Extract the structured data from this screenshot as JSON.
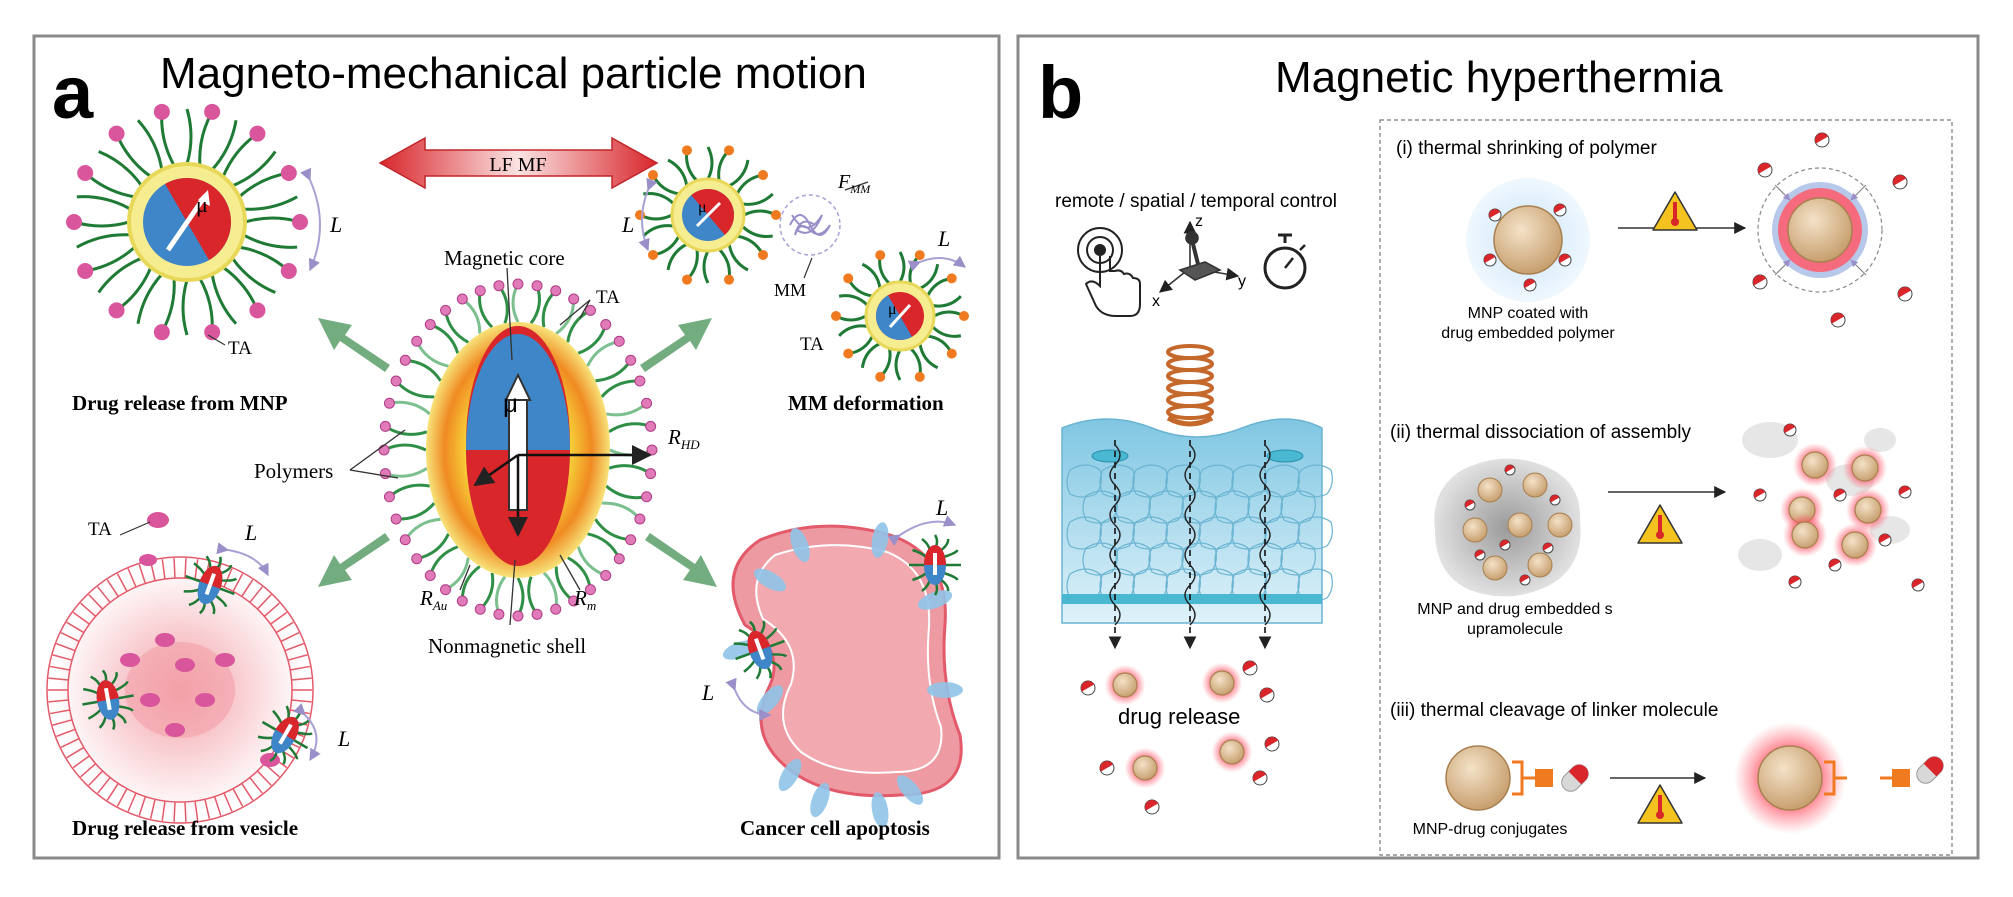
{
  "panel_a": {
    "letter": "a",
    "title": "Magneto-mechanical particle motion",
    "field_label": "LF MF",
    "core_labels": {
      "magnetic_core": "Magnetic core",
      "ta": "TA",
      "polymers": "Polymers",
      "rhd": "R",
      "rhd_sub": "HD",
      "rau": "R",
      "rau_sub": "Au",
      "rm": "R",
      "rm_sub": "m",
      "mu": "μ",
      "shell": "Nonmagnetic  shell"
    },
    "top_left": {
      "caption": "Drug release from MNP",
      "ta": "TA",
      "L": "L",
      "mu": "μ"
    },
    "top_right": {
      "caption": "MM deformation",
      "fmm": "F",
      "fmm_sub": "MM",
      "mm": "MM",
      "ta": "TA",
      "L1": "L",
      "L2": "L",
      "mu": "μ"
    },
    "bottom_left": {
      "caption": "Drug release from vesicle",
      "ta": "TA",
      "L1": "L",
      "L2": "L"
    },
    "bottom_right": {
      "caption": "Cancer cell apoptosis",
      "L1": "L",
      "L2": "L"
    }
  },
  "panel_b": {
    "letter": "b",
    "title": "Magnetic hyperthermia",
    "control_label": "remote / spatial / temporal control",
    "axes": {
      "x": "x",
      "y": "y",
      "z": "z"
    },
    "drug_release": "drug release",
    "sections": [
      {
        "title": "(i) thermal shrinking of polymer",
        "caption_line1": "MNP coated with",
        "caption_line2": "drug embedded polymer"
      },
      {
        "title": "(ii) thermal dissociation of assembly",
        "caption_line1": "MNP and drug embedded s",
        "caption_line2": "upramolecule"
      },
      {
        "title": "(iii) thermal cleavage of linker molecule",
        "caption_line1": "MNP-drug  conjugates"
      }
    ]
  },
  "colors": {
    "frame": "#8a8a8a",
    "magnet_red": "#d8262b",
    "magnet_blue": "#3e86c8",
    "shell_yellow": "#f3e06a",
    "polymer_green": "#1e7a34",
    "ta_pink": "#d9559c",
    "arrow_green": "#5a9e68",
    "vesicle": "#e35a6a",
    "mnp_tan": "#d9b88f",
    "glow": "#ff5a6a",
    "tissue": "#9ed6ea",
    "coil": "#c4692b",
    "linker": "#f07a20",
    "warn": "#f4c320"
  }
}
